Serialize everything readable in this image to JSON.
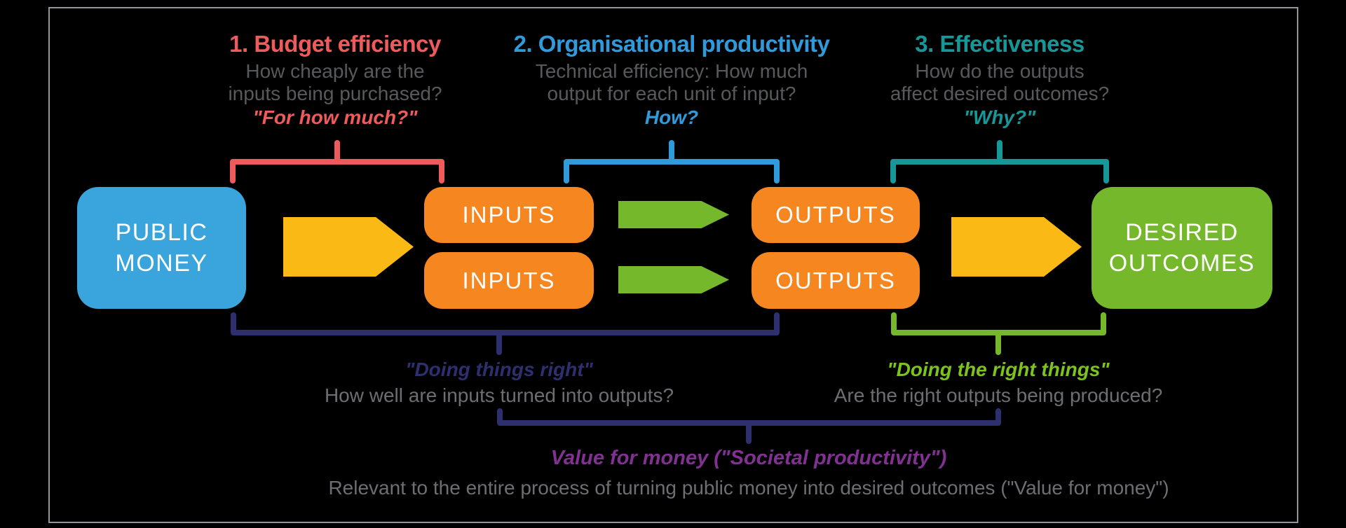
{
  "sections": [
    {
      "id": "budget-efficiency",
      "title": "1. Budget efficiency",
      "desc_line1": "How cheaply are the",
      "desc_line2": "inputs being purchased?",
      "quote": "\"For how much?\"",
      "color": "#EF5B5C"
    },
    {
      "id": "organisational-productivity",
      "title": "2. Organisational productivity",
      "desc_line1": "Technical efficiency: How much",
      "desc_line2": "output for each unit of input?",
      "quote": "How?",
      "color": "#2F9BDB"
    },
    {
      "id": "effectiveness",
      "title": "3. Effectiveness",
      "desc_line1": "How do the outputs",
      "desc_line2": "affect desired outcomes?",
      "quote": "\"Why?\"",
      "color": "#169898"
    }
  ],
  "nodes": {
    "public_money": {
      "line1": "PUBLIC",
      "line2": "MONEY",
      "color": "#3AA5DC"
    },
    "inputs_top": {
      "label": "INPUTS",
      "color": "#F6861F"
    },
    "inputs_bottom": {
      "label": "INPUTS",
      "color": "#F6861F"
    },
    "outputs_top": {
      "label": "OUTPUTS",
      "color": "#F6861F"
    },
    "outputs_bottom": {
      "label": "OUTPUTS",
      "color": "#F6861F"
    },
    "desired_outcomes": {
      "line1": "DESIRED",
      "line2": "OUTCOMES",
      "color": "#76B82B"
    }
  },
  "bottom_annotations": {
    "efficiency": {
      "quote": "\"Doing things right\"",
      "question": "How well are inputs turned into outputs?",
      "quote_color": "#2D2F6F"
    },
    "effectiveness": {
      "quote": "\"Doing the right things\"",
      "question": "Are the right outputs being produced?",
      "quote_color": "#7DC31E"
    },
    "value_for_money": {
      "heading": "Value for money (\"Societal productivity\")",
      "subtext": "Relevant to the entire process of turning public money into desired outcomes (\"Value for money\")",
      "heading_color": "#803191"
    }
  },
  "colors": {
    "background": "#000000",
    "frame_border": "#939598",
    "red": "#EF5B5C",
    "blue": "#2F9BDB",
    "teal": "#169898",
    "orange": "#F6861F",
    "green": "#76B82B",
    "green_bright": "#7DC31E",
    "yellow": "#FBB915",
    "navy": "#2D2F6F",
    "purple": "#803191",
    "gray_dark": "#58595B",
    "gray_light": "#6D6E71",
    "blue_box": "#3AA5DC",
    "box_text": "#FFFFFF"
  }
}
